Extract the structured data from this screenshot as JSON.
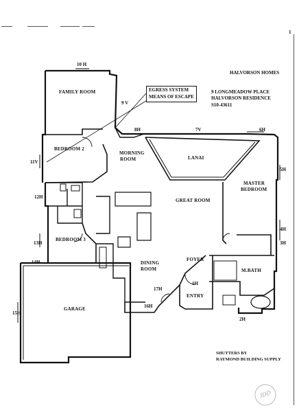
{
  "page": {
    "number": "1"
  },
  "header": {
    "company": "HALVORSON HOMES",
    "address": "9 LONGMEADOW PLACE",
    "residence": "HALVORSON RESIDENCE",
    "permit": "S10-43611"
  },
  "egress_note": {
    "line1": "EGRESS SYSTEM",
    "line2": "MEANS OF ESCAPE"
  },
  "rooms": {
    "family_room": "FAMILY ROOM",
    "bedroom2": "BEDROOM 2",
    "morning_room_1": "MORNING",
    "morning_room_2": "ROOM",
    "lanai": "LANAI",
    "master_bedroom_1": "MASTER",
    "master_bedroom_2": "BEDROOM",
    "great_room": "GREAT ROOM",
    "bedroom3": "BEDROOM 3",
    "dining_room_1": "DINING",
    "dining_room_2": "ROOM",
    "foyer": "FOYER",
    "entry": "ENTRY",
    "m_bath": "M.BATH",
    "garage": "GARAGE"
  },
  "dimensions": {
    "d10h": "10 H",
    "d9v": "9 V",
    "d8h": "8H",
    "d7v": "7V",
    "d6h": "6H",
    "d5h": "5H",
    "d4h": "4H",
    "d3h": "3H",
    "d2h": "2H",
    "d1h": "1H",
    "d11v": "11V",
    "d12h": "12H",
    "d13h": "13H",
    "d14h": "14H",
    "d15h": "15H",
    "d16h": "16H",
    "d17h": "17H"
  },
  "footer": {
    "line1": "SHUTTERS BY",
    "line2": "RAYMOND BUILDING SUPPLY"
  },
  "stamp": {
    "text": "JDD"
  }
}
